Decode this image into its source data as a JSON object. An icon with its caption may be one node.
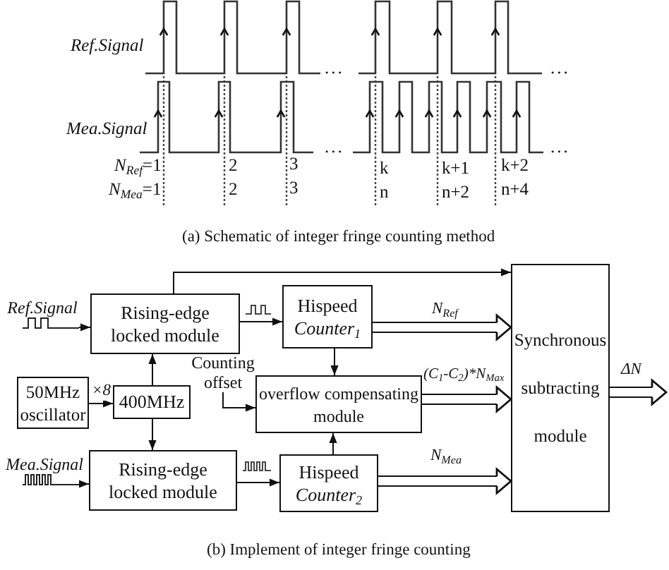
{
  "diagram": {
    "nodes": [
      {
        "text": [
          "Ref.Signal"
        ]
      },
      {
        "text": [
          "Rising-edge locked module"
        ]
      },
      {
        "text": [
          "Hispeed *Counter*$_{1}$"
        ]
      },
      {
        "text": [
          "Synchronous subtracting module"
        ]
      },
      {
        "text": [
          "Counting offset"
        ]
      },
      {
        "text": [
          "50MHz oscillator"
        ]
      },
      {
        "text": [
          "400MHz"
        ]
      },
      {
        "text": [
          "overflow compensating module"
        ]
      },
      {
        "text": [
          "Mea.Signal"
        ]
      },
      {
        "text": [
          "Rising-edge locked module"
        ]
      },
      {
        "text": [
          "Hispeed *Counter*$_{2}$"
        ]
      }
    ],
    "edges": [
      {
        "from": 0,
        "to": 1,
        "arrow": "to"
      },
      {
        "from": 1,
        "to": 2,
        "arrow": "to"
      },
      {
        "from": 1,
        "to": 3,
        "arrow": "to"
      },
      {
        "from": 2,
        "to": 3,
        "arrow": "to",
        "label": "N$_{Ref}$",
        "style": "thick"
      },
      {
        "from": 2,
        "to": 7,
        "arrow": "to"
      },
      {
        "from": 5,
        "to": 6,
        "arrow": "to",
        "label": "×8"
      },
      {
        "from": 6,
        "to": 1,
        "arrow": "to"
      },
      {
        "from": 4,
        "to": 7,
        "arrow": "to"
      },
      {
        "from": 7,
        "to": 3,
        "arrow": "to",
        "label": "(C$_{1}$-C$_{2}$)*N$_{Max}$",
        "style": "thick"
      },
      {
        "from": 6,
        "to": 9,
        "arrow": "to"
      },
      {
        "from": 8,
        "to": 9,
        "arrow": "to"
      },
      {
        "from": 9,
        "to": 10,
        "arrow": "to"
      },
      {
        "from": 10,
        "to": 7,
        "arrow": "to"
      },
      {
        "from": 10,
        "to": 3,
        "arrow": "to",
        "label": "N$_{Mea}$",
        "style": "thick"
      },
      {
        "from": 3,
        "to": null,
        "arrow": "to",
        "label": "ΔN",
        "style": "thick"
      }
    ],
    "labels": [
      "Ref.Signal",
      "...",
      "...",
      "Mea.Signal",
      "...",
      "...",
      "*N*$_{Ref}$=1",
      "2",
      "3",
      "k",
      "k+1",
      "k+2",
      "*N*$_{Mea}$=1",
      "2",
      "3",
      "n",
      "n+2",
      "n+4",
      "(a) Schematic of integer fringe counting method",
      "(b) Implement of integer fringe counting"
    ]
  }
}
